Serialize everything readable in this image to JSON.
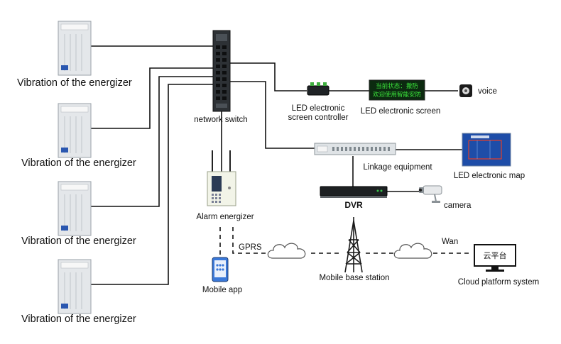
{
  "labels": {
    "energizer_1": "Vibration of the energizer",
    "energizer_2": "Vibration of the energizer",
    "energizer_3": "Vibration of the energizer",
    "energizer_4": "Vibration of the energizer",
    "network_switch": "network switch",
    "led_controller_line1": "LED electronic",
    "led_controller_line2": "screen controller",
    "led_screen": "LED electronic screen",
    "voice": "voice",
    "linkage_equipment": "Linkage equipment",
    "led_map": "LED electronic map",
    "dvr": "DVR",
    "camera": "camera",
    "alarm_energizer": "Alarm energizer",
    "gprs": "GPRS",
    "wan": "Wan",
    "mobile_app": "Mobile app",
    "base_station": "Mobile base station",
    "cloud_system": "Cloud platform system"
  },
  "led_screen_text": {
    "line1": "当前状态：撤防",
    "line2": "欢迎使用智能安防"
  },
  "monitor_text": "云平台",
  "colors": {
    "led_text": "#3be23b",
    "led_bg": "#0c2a10",
    "map_bg": "#1e4da8",
    "map_line": "#e0402c",
    "phone_body": "#3a78d8",
    "device_body": "#e3e6e9"
  }
}
